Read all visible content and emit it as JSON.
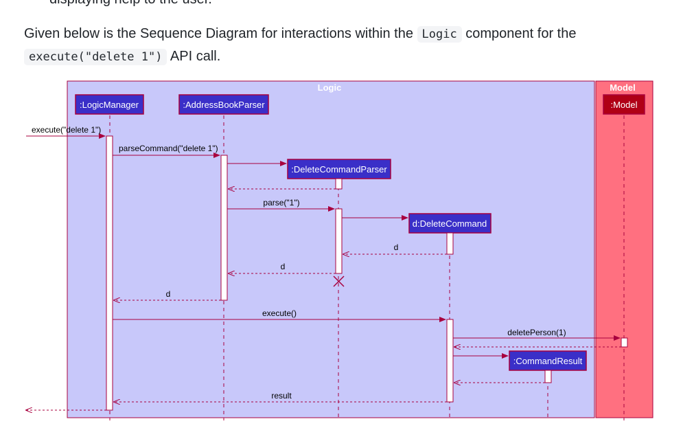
{
  "page": {
    "top_line": "displaying help to the user.",
    "para_part1": "Given below is the Sequence Diagram for interactions within the ",
    "code_logic": "Logic",
    "para_part2": " component for the ",
    "code_call": "execute(\"delete 1\")",
    "para_part3": " API call."
  },
  "diagram": {
    "colors": {
      "logic_box": "#c8c8fa",
      "model_box": "#ff7080",
      "participant_fill": "#3a2fc8",
      "model_participant_fill": "#b00016",
      "border": "#a8003e",
      "arrow": "#a8003e"
    },
    "boxes": {
      "logic": "Logic",
      "model": "Model"
    },
    "participants": {
      "logic_manager": ":LogicManager",
      "address_book_parser": ":AddressBookParser",
      "delete_command_parser": ":DeleteCommandParser",
      "delete_command": "d:DeleteCommand",
      "command_result": ":CommandResult",
      "model": ":Model"
    },
    "messages": {
      "execute_delete": "execute(\"delete 1\")",
      "parse_command": "parseCommand(\"delete 1\")",
      "parse_1": "parse(\"1\")",
      "return_d1": "d",
      "return_d2": "d",
      "return_d3": "d",
      "execute": "execute()",
      "delete_person": "deletePerson(1)",
      "result": "result"
    }
  }
}
